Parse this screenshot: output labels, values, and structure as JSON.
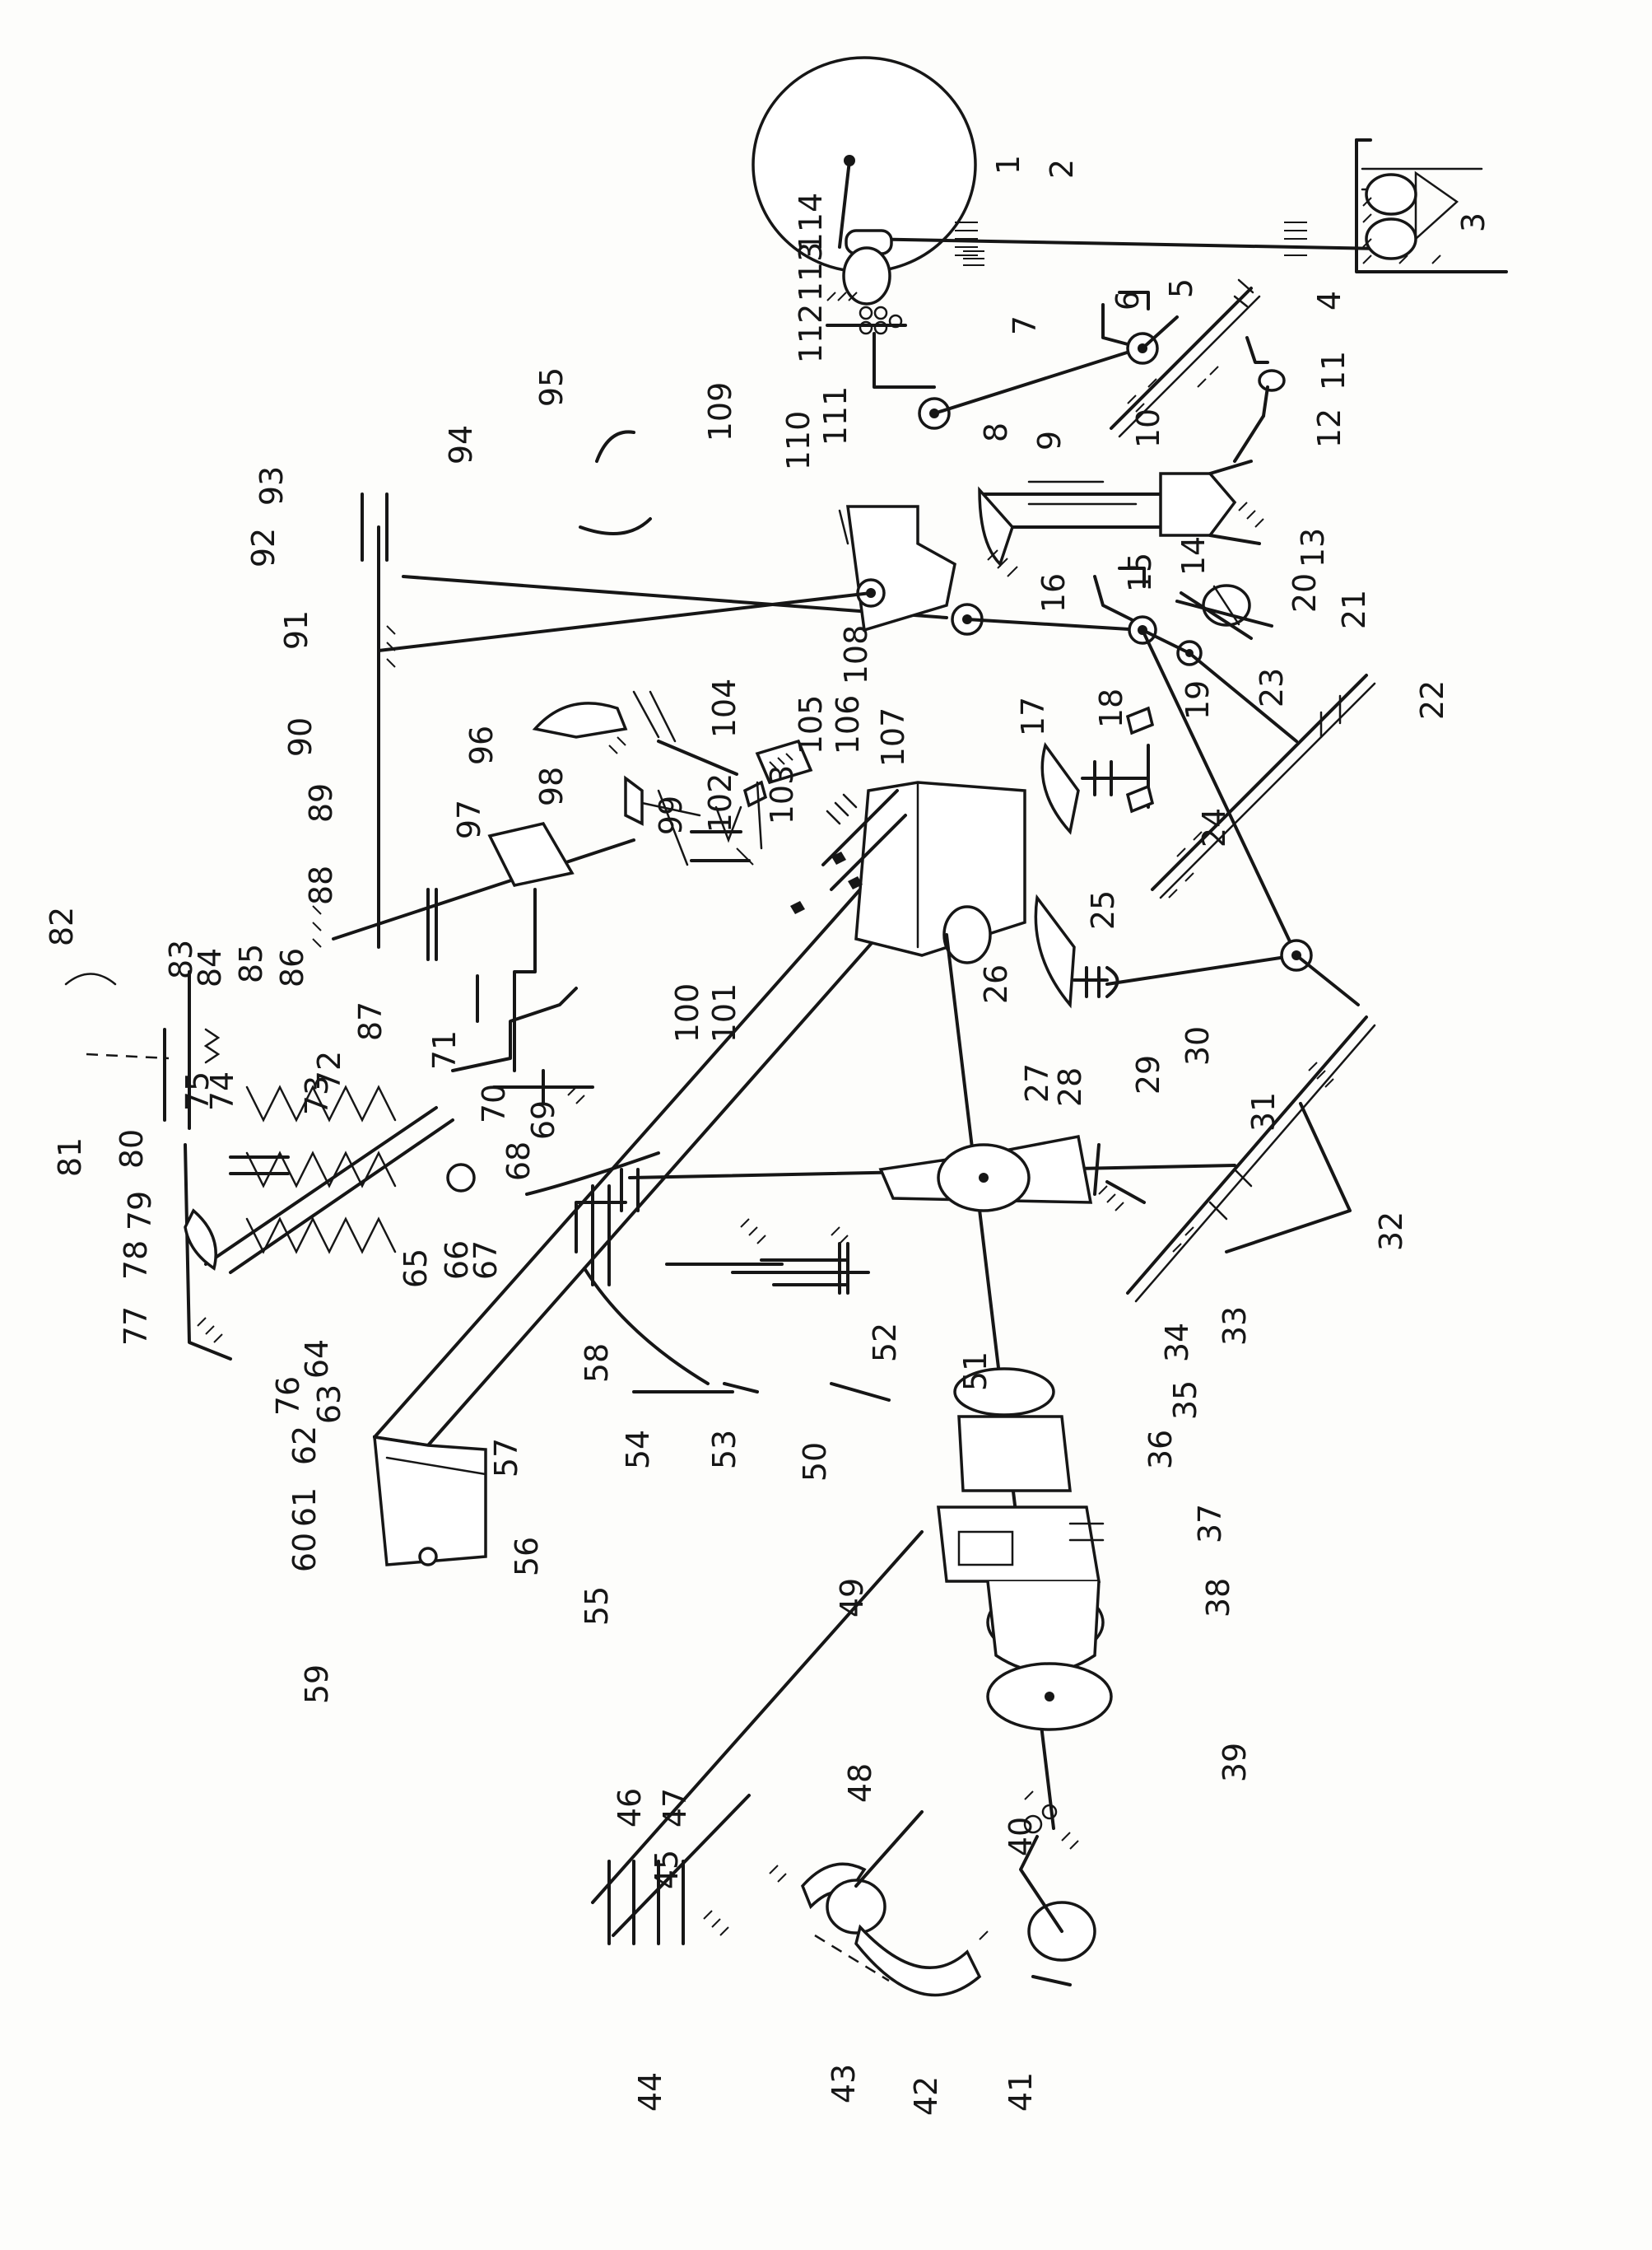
{
  "labels": [
    {
      "id": "1",
      "text": "1"
    },
    {
      "id": "2",
      "text": "2"
    },
    {
      "id": "3",
      "text": "3"
    },
    {
      "id": "4",
      "text": "4"
    },
    {
      "id": "5",
      "text": "5"
    },
    {
      "id": "6",
      "text": "6"
    },
    {
      "id": "7",
      "text": "7"
    },
    {
      "id": "8",
      "text": "8"
    },
    {
      "id": "9",
      "text": "9"
    },
    {
      "id": "10",
      "text": "10"
    },
    {
      "id": "11",
      "text": "11"
    },
    {
      "id": "12",
      "text": "12"
    },
    {
      "id": "13",
      "text": "13"
    },
    {
      "id": "14",
      "text": "14"
    },
    {
      "id": "15",
      "text": "15"
    },
    {
      "id": "16",
      "text": "16"
    },
    {
      "id": "17",
      "text": "17"
    },
    {
      "id": "18",
      "text": "18"
    },
    {
      "id": "19",
      "text": "19"
    },
    {
      "id": "20",
      "text": "20"
    },
    {
      "id": "21",
      "text": "21"
    },
    {
      "id": "22",
      "text": "22"
    },
    {
      "id": "23",
      "text": "23"
    },
    {
      "id": "24",
      "text": "24"
    },
    {
      "id": "25",
      "text": "25"
    },
    {
      "id": "26",
      "text": "26"
    },
    {
      "id": "27",
      "text": "27"
    },
    {
      "id": "28",
      "text": "28"
    },
    {
      "id": "29",
      "text": "29"
    },
    {
      "id": "30",
      "text": "30"
    },
    {
      "id": "31",
      "text": "31"
    },
    {
      "id": "32",
      "text": "32"
    },
    {
      "id": "33",
      "text": "33"
    },
    {
      "id": "34",
      "text": "34"
    },
    {
      "id": "35",
      "text": "35"
    },
    {
      "id": "36",
      "text": "36"
    },
    {
      "id": "37",
      "text": "37"
    },
    {
      "id": "38",
      "text": "38"
    },
    {
      "id": "39",
      "text": "39"
    },
    {
      "id": "40",
      "text": "40"
    },
    {
      "id": "41",
      "text": "41"
    },
    {
      "id": "42",
      "text": "42"
    },
    {
      "id": "43",
      "text": "43"
    },
    {
      "id": "44",
      "text": "44"
    },
    {
      "id": "45",
      "text": "45"
    },
    {
      "id": "46",
      "text": "46"
    },
    {
      "id": "47",
      "text": "47"
    },
    {
      "id": "48",
      "text": "48"
    },
    {
      "id": "49",
      "text": "49"
    },
    {
      "id": "50",
      "text": "50"
    },
    {
      "id": "51",
      "text": "51"
    },
    {
      "id": "52",
      "text": "52"
    },
    {
      "id": "53",
      "text": "53"
    },
    {
      "id": "54",
      "text": "54"
    },
    {
      "id": "55",
      "text": "55"
    },
    {
      "id": "56",
      "text": "56"
    },
    {
      "id": "57",
      "text": "57"
    },
    {
      "id": "58",
      "text": "58"
    },
    {
      "id": "59",
      "text": "59"
    },
    {
      "id": "60",
      "text": "60"
    },
    {
      "id": "61",
      "text": "61"
    },
    {
      "id": "62",
      "text": "62"
    },
    {
      "id": "63",
      "text": "63"
    },
    {
      "id": "64",
      "text": "64"
    },
    {
      "id": "65",
      "text": "65"
    },
    {
      "id": "66",
      "text": "66"
    },
    {
      "id": "67",
      "text": "67"
    },
    {
      "id": "68",
      "text": "68"
    },
    {
      "id": "69",
      "text": "69"
    },
    {
      "id": "70",
      "text": "70"
    },
    {
      "id": "71",
      "text": "71"
    },
    {
      "id": "72",
      "text": "72"
    },
    {
      "id": "73",
      "text": "73"
    },
    {
      "id": "74",
      "text": "74"
    },
    {
      "id": "75",
      "text": "75"
    },
    {
      "id": "76",
      "text": "76"
    },
    {
      "id": "77",
      "text": "77"
    },
    {
      "id": "78",
      "text": "78"
    },
    {
      "id": "79",
      "text": "79"
    },
    {
      "id": "80",
      "text": "80"
    },
    {
      "id": "81",
      "text": "81"
    },
    {
      "id": "82",
      "text": "82"
    },
    {
      "id": "83",
      "text": "83"
    },
    {
      "id": "84",
      "text": "84"
    },
    {
      "id": "85",
      "text": "85"
    },
    {
      "id": "86",
      "text": "86"
    },
    {
      "id": "87",
      "text": "87"
    },
    {
      "id": "88",
      "text": "88"
    },
    {
      "id": "89",
      "text": "89"
    },
    {
      "id": "90",
      "text": "90"
    },
    {
      "id": "91",
      "text": "91"
    },
    {
      "id": "92",
      "text": "92"
    },
    {
      "id": "93",
      "text": "93"
    },
    {
      "id": "94",
      "text": "94"
    },
    {
      "id": "95",
      "text": "95"
    },
    {
      "id": "96",
      "text": "96"
    },
    {
      "id": "97",
      "text": "97"
    },
    {
      "id": "98",
      "text": "98"
    },
    {
      "id": "99",
      "text": "99"
    },
    {
      "id": "100",
      "text": "100"
    },
    {
      "id": "101",
      "text": "101"
    },
    {
      "id": "102",
      "text": "102"
    },
    {
      "id": "103",
      "text": "103"
    },
    {
      "id": "104",
      "text": "104"
    },
    {
      "id": "105",
      "text": "105"
    },
    {
      "id": "106",
      "text": "106"
    },
    {
      "id": "107",
      "text": "107"
    },
    {
      "id": "108",
      "text": "108"
    },
    {
      "id": "109",
      "text": "109"
    },
    {
      "id": "110",
      "text": "110"
    },
    {
      "id": "111",
      "text": "111"
    },
    {
      "id": "112",
      "text": "112"
    },
    {
      "id": "113",
      "text": "113"
    },
    {
      "id": "114",
      "text": "114"
    }
  ]
}
